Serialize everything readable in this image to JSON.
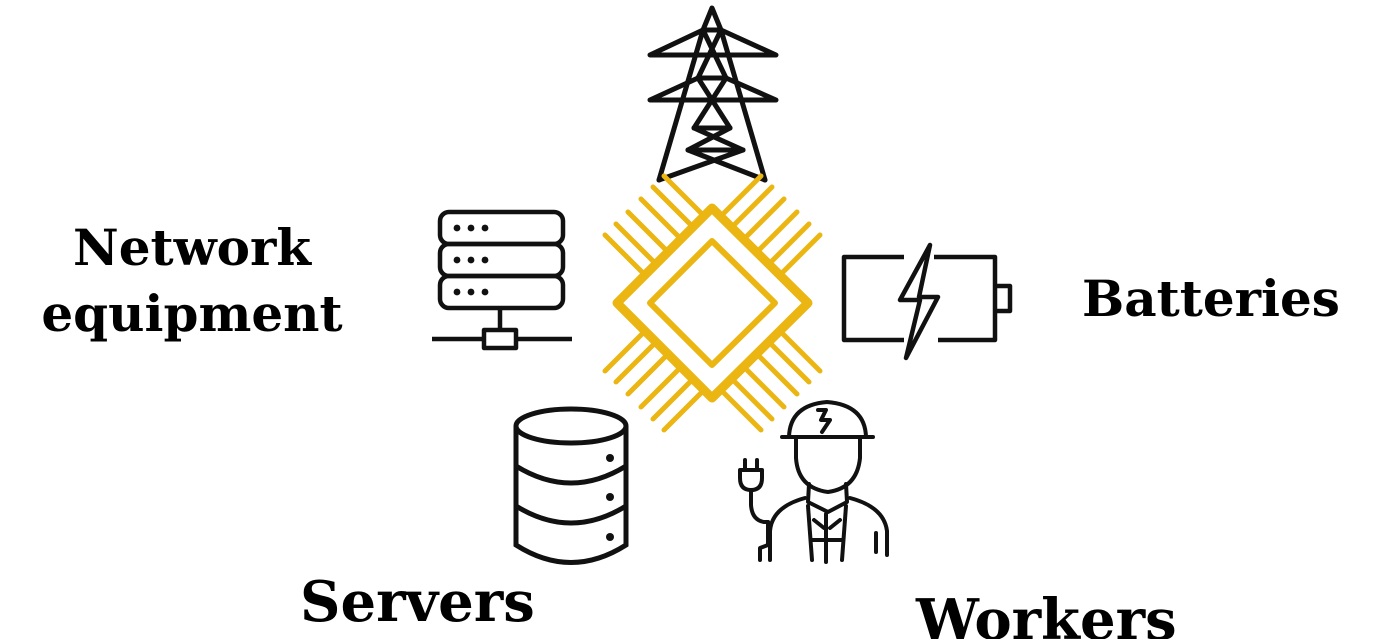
{
  "labels": {
    "network": "Network equipment",
    "batteries": "Batteries",
    "servers": "Servers",
    "workers": "Workers"
  },
  "icons": {
    "center": "chip-icon",
    "top": "power-tower-icon",
    "left": "network-server-icon",
    "right": "battery-icon",
    "bottom_left": "database-server-icon",
    "bottom_right": "electrician-worker-icon"
  },
  "colors": {
    "accent": "#ebb512",
    "stroke": "#111111",
    "text": "#000000"
  }
}
